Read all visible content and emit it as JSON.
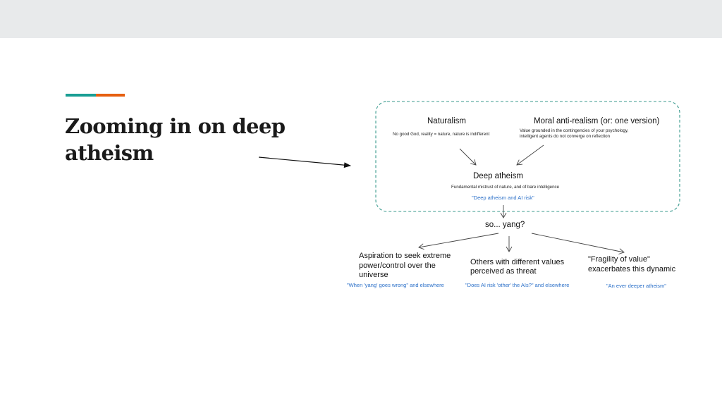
{
  "slide": {
    "title": "Zooming in on deep atheism"
  },
  "diagram": {
    "naturalism": {
      "heading": "Naturalism",
      "desc": "No good God, reality = nature, nature is indifferent"
    },
    "moral_anti_realism": {
      "heading": "Moral anti-realism (or: one version)",
      "desc_line1": "Value grounded in the contingencies of your psychology,",
      "desc_line2": "intelligent agents do not converge on reflection"
    },
    "deep_atheism": {
      "heading": "Deep atheism",
      "desc": "Fundamental mistrust of nature, and of bare intelligence",
      "link": "\"Deep atheism and AI risk\""
    },
    "yang": {
      "label": "so... yang?"
    },
    "aspiration": {
      "line1": "Aspiration to seek extreme",
      "line2": "power/control over the",
      "line3": "universe",
      "link": "\"When 'yang' goes wrong\" and elsewhere"
    },
    "others": {
      "line1": "Others with different values",
      "line2": "perceived as threat",
      "link": "\"Does AI risk 'other' the AIs?\" and elsewhere"
    },
    "fragility": {
      "line1": "\"Fragility of value\"",
      "line2": "exacerbates this dynamic",
      "link": "\"An ever deeper atheism\""
    }
  },
  "colors": {
    "accent_teal": "#1a9e94",
    "accent_orange": "#e65f10",
    "dashed_box": "#3a9a8e",
    "link_blue": "#2a6fc8"
  }
}
